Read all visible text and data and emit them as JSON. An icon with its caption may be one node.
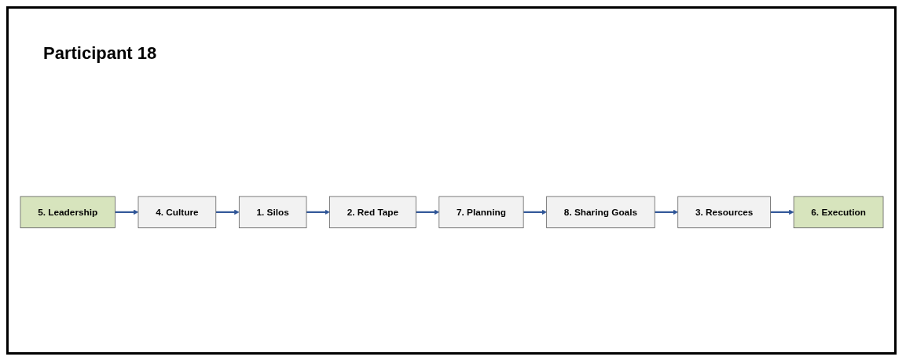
{
  "diagram": {
    "title": "Participant 18",
    "nodes": [
      {
        "text": [
          "5. Leadership"
        ]
      },
      {
        "text": [
          "4. Culture"
        ]
      },
      {
        "text": [
          "1. Silos"
        ]
      },
      {
        "text": [
          "2. Red Tape"
        ]
      },
      {
        "text": [
          "7. Planning"
        ]
      },
      {
        "text": [
          "8. Sharing Goals"
        ]
      },
      {
        "text": [
          "3. Resources"
        ]
      },
      {
        "text": [
          "6. Execution"
        ]
      }
    ],
    "edges": [
      {
        "from": 0,
        "to": 1,
        "arrow": "to"
      },
      {
        "from": 1,
        "to": 2,
        "arrow": "to"
      },
      {
        "from": 2,
        "to": 3,
        "arrow": "to"
      },
      {
        "from": 3,
        "to": 4,
        "arrow": "to"
      },
      {
        "from": 4,
        "to": 5,
        "arrow": "to"
      },
      {
        "from": 5,
        "to": 6,
        "arrow": "to"
      },
      {
        "from": 6,
        "to": 7,
        "arrow": "to"
      }
    ]
  }
}
